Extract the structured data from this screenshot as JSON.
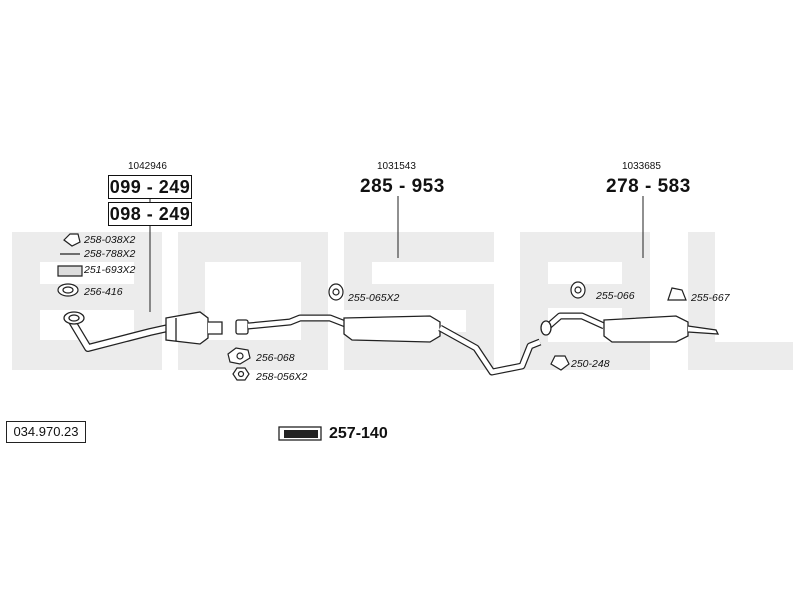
{
  "references": {
    "left": "1042946",
    "middle": "1031543",
    "right": "1033685"
  },
  "main_parts": {
    "front_pipe_a": "099 - 249",
    "front_pipe_b": "098 - 249",
    "middle_silencer": "285 - 953",
    "rear_silencer": "278 - 583"
  },
  "fittings": {
    "p1": "258-038X2",
    "p2": "258-788X2",
    "p3": "251-693X2",
    "p4": "256-416",
    "p5": "255-065X2",
    "p6": "256-068",
    "p7": "258-056X2",
    "p8": "255-066",
    "p9": "255-667",
    "p10": "250-248"
  },
  "kit": {
    "logo": "bosal",
    "number": "257-140"
  },
  "catalog_number": "034.970.23"
}
